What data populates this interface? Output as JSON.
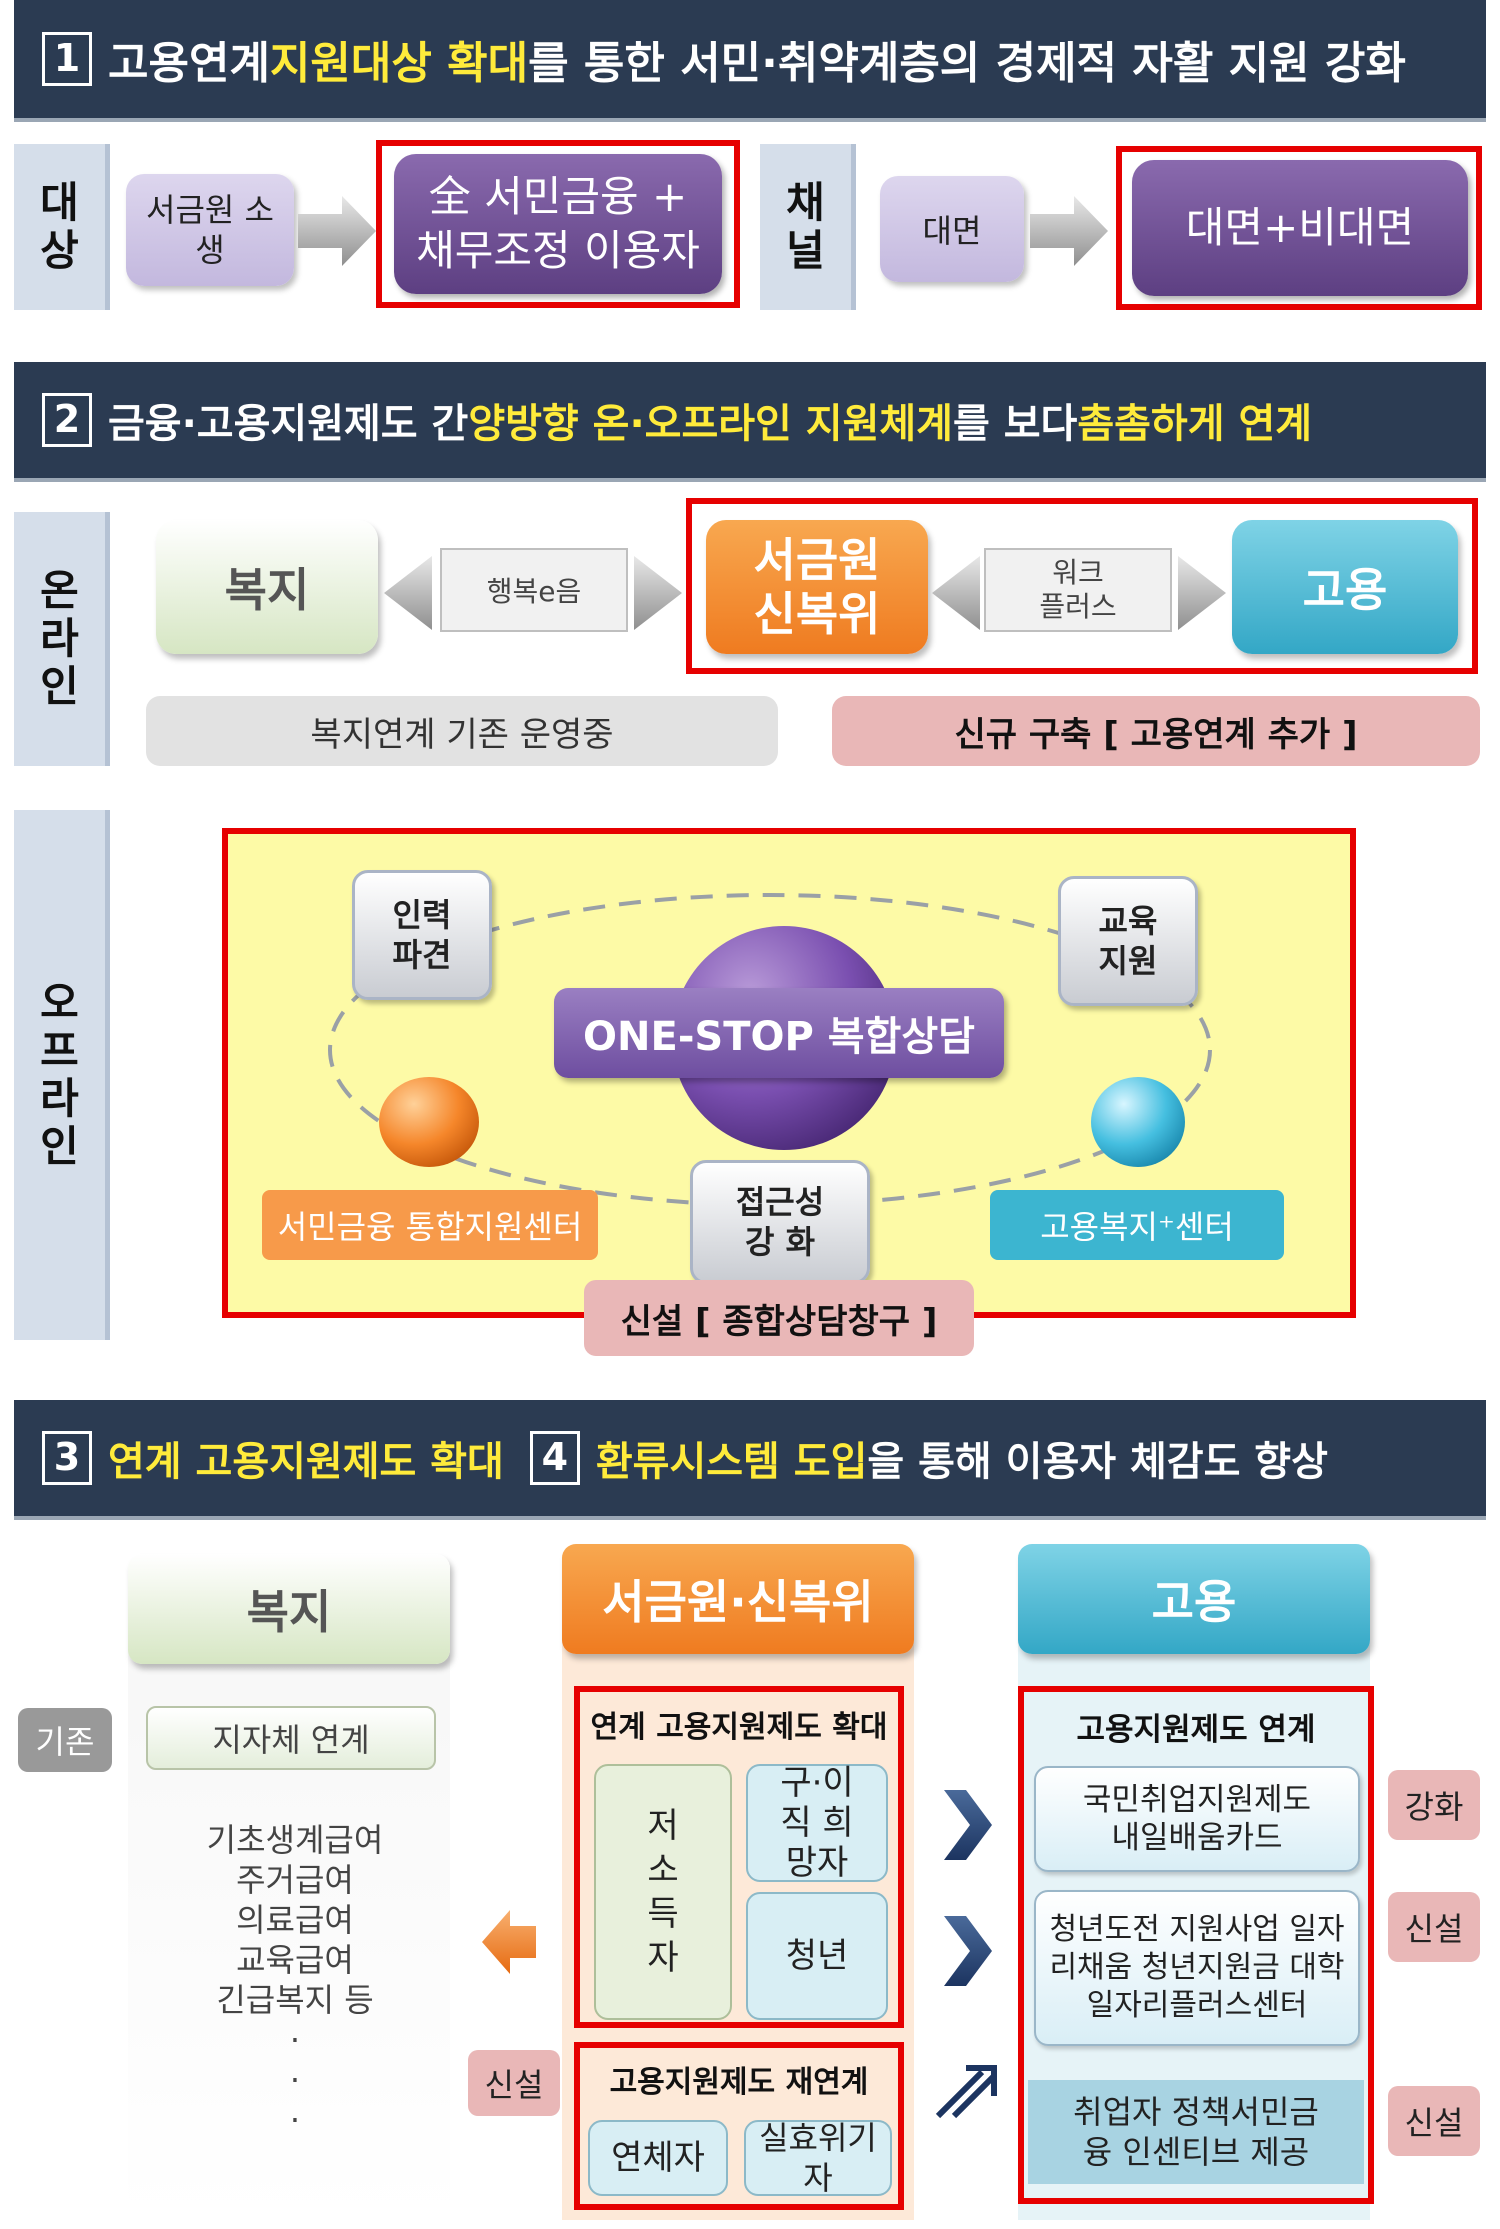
{
  "section1": {
    "num": "1",
    "title_pre": "고용연계 ",
    "title_hl": "지원대상 확대",
    "title_post": "를 통한 서민·취약계층의 경제적 자활 지원 강화",
    "target_label": "대상",
    "target_from": "서금원 소생",
    "target_to": "全 서민금융 + 채무조정 이용자",
    "channel_label": "채널",
    "channel_from": "대면",
    "channel_to": "대면+비대면"
  },
  "section2": {
    "num": "2",
    "title_pre": "금융·고용지원제도 간 ",
    "title_hl1": "양방향 온·오프라인 지원체계",
    "title_mid": "를 보다 ",
    "title_hl2": "촘촘하게 연계",
    "online_label": "온라인",
    "welfare": "복지",
    "happy_e": "행복e음",
    "sgw_sbw": "서금원 신복위",
    "worknet": "워크 플러스",
    "employment": "고용",
    "existing_note": "복지연계 기존 운영중",
    "new_note": "신규 구축 [ 고용연계 추가 ]",
    "offline_label": "오프라인",
    "manpower": "인력 파견",
    "education": "교육 지원",
    "one_stop": "ONE-STOP 복합상담",
    "access": "접근성 강 화",
    "center_left": "서민금융 통합지원센터",
    "center_right": "고용복지⁺센터",
    "new_window": "신설 [ 종합상담창구 ]"
  },
  "section3": {
    "num3": "3",
    "title_hl1": "연계 고용지원제도 확대",
    "num4": "4",
    "title_hl2": "환류시스템 도입",
    "title_post": "을 통해 이용자 체감도 향상",
    "col_welfare": "복지",
    "col_sgw": "서금원·신복위",
    "col_emp": "고용",
    "tag_existing": "기존",
    "local_gov": "지자체 연계",
    "welfare_list": [
      "기초생계급여",
      "주거급여",
      "의료급여",
      "교육급여",
      "긴급복지 등",
      "·",
      "·",
      "·"
    ],
    "expand_title": "연계 고용지원제도 확대",
    "low_income": "저소득자",
    "job_seeker": "구·이직 희망자",
    "youth": "청년",
    "relink_title": "고용지원제도 재연계",
    "delinquent": "연체자",
    "unemployed": "실효위기자",
    "tag_new": "신설",
    "emp_link_title": "고용지원제도 연계",
    "emp_item1": "국민취업지원제도 내일배움카드",
    "emp_item2": "청년도전 지원사업 일자리채움 청년지원금 대학일자리플러스센터",
    "emp_item3": "취업자 정책서민금융 인센티브 제공",
    "tag_strengthen": "강화",
    "tag_new2": "신설",
    "tag_new3": "신설"
  }
}
